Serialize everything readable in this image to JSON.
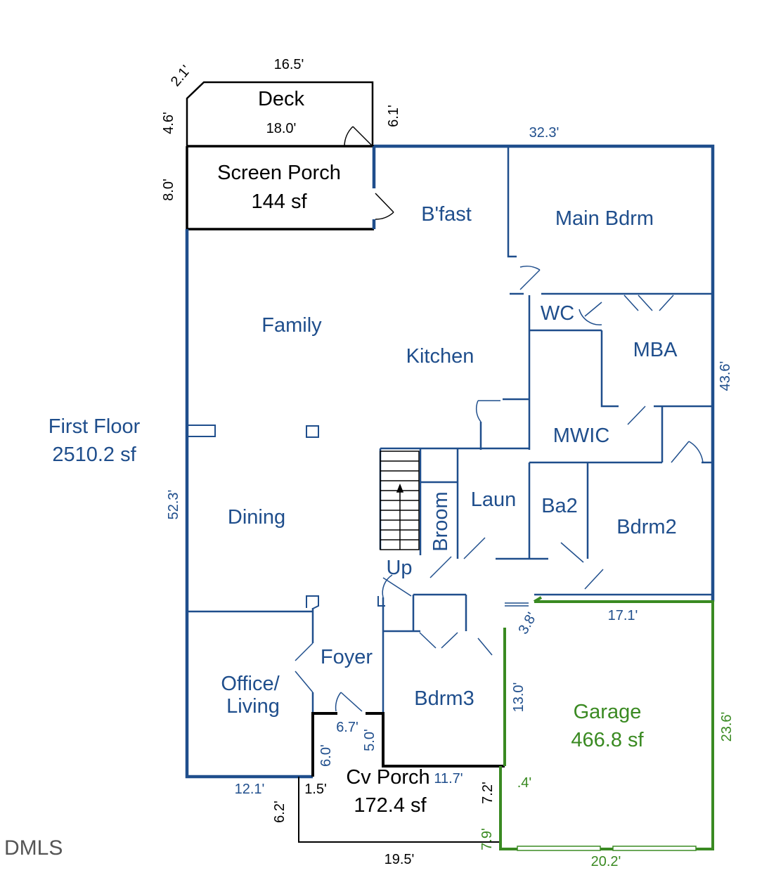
{
  "watermark": "DMLS",
  "colors": {
    "interior": "#1f4e8c",
    "exterior": "#000000",
    "garage": "#3a8a22"
  },
  "rooms": {
    "deck": "Deck",
    "screen_porch": "Screen Porch",
    "screen_porch_area": "144 sf",
    "bfast": "B'fast",
    "main_bdrm": "Main Bdrm",
    "family": "Family",
    "kitchen": "Kitchen",
    "wc": "WC",
    "mba": "MBA",
    "mwic": "MWIC",
    "first_floor": "First Floor",
    "first_floor_area": "2510.2 sf",
    "broom": "Broom",
    "laun": "Laun",
    "ba2": "Ba2",
    "bdrm2": "Bdrm2",
    "dining": "Dining",
    "up": "Up",
    "foyer": "Foyer",
    "office1": "Office/",
    "office2": "Living",
    "bdrm3": "Bdrm3",
    "garage": "Garage",
    "garage_area": "466.8 sf",
    "cv_porch": "Cv Porch",
    "cv_porch_area": "172.4 sf"
  },
  "dims": {
    "d16_5": "16.5'",
    "d2_1": "2.1'",
    "d4_6": "4.6'",
    "d18_0": "18.0'",
    "d6_1": "6.1'",
    "d32_3": "32.3'",
    "d8_0": "8.0'",
    "d43_6": "43.6'",
    "d52_3": "52.3'",
    "d17_1": "17.1'",
    "d3_8": "3.8'",
    "d13_0": "13.0'",
    "d23_6": "23.6'",
    "d6_7": "6.7'",
    "d5_0": "5.0'",
    "d6_0": "6.0'",
    "d12_1": "12.1'",
    "d1_5": "1.5'",
    "d11_7": "11.7'",
    "d7_2": "7.2'",
    "d0_4": ".4'",
    "d6_2": "6.2'",
    "d7_9": "7.9'",
    "d19_5": "19.5'",
    "d20_2": "20.2'"
  }
}
